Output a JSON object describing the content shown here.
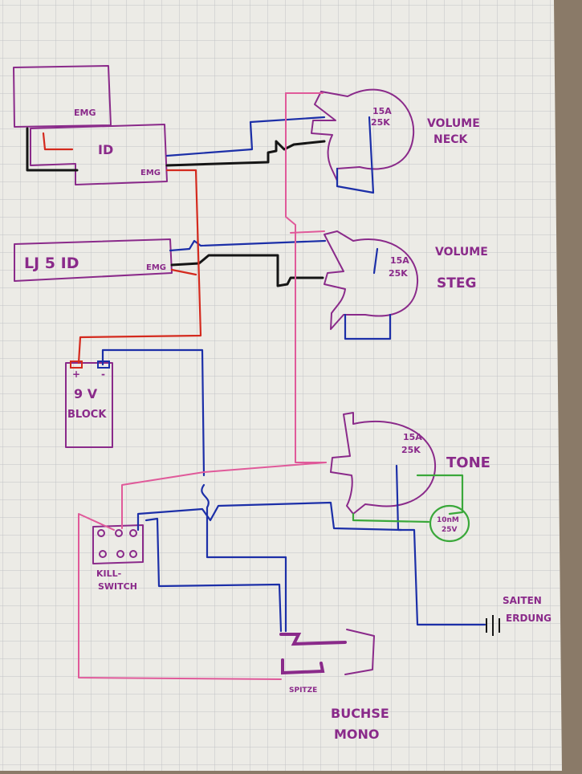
{
  "pickups": {
    "neck": {
      "label_top": "EMG",
      "label_model": "ID",
      "label_out": "EMG"
    },
    "bridge": {
      "label_model": "LJ 5 ID",
      "label_out": "EMG"
    }
  },
  "pots": {
    "volume_neck": {
      "value_line1": "15A",
      "value_line2": "25K",
      "name_line1": "VOLUME",
      "name_line2": "NECK"
    },
    "volume_steg": {
      "value_line1": "15A",
      "value_line2": "25K",
      "name_line1": "VOLUME",
      "name_line2": "STEG"
    },
    "tone": {
      "value_line1": "15A",
      "value_line2": "25K",
      "name_line1": "TONE"
    }
  },
  "capacitor": {
    "line1": "10nM",
    "line2": "25V"
  },
  "battery": {
    "plus": "+",
    "minus": "-",
    "line1": "9 V",
    "line2": "BLOCK"
  },
  "killswitch": {
    "line1": "KILL-",
    "line2": "SWITCH"
  },
  "jack": {
    "tip_label": "SPITZE",
    "name_line1": "BUCHSE",
    "name_line2": "MONO"
  },
  "ground": {
    "line1": "SAITEN",
    "line2": "ERDUNG"
  },
  "colors": {
    "purple": "#8a2a8a",
    "blue": "#1c2fa8",
    "pink": "#e05a9a",
    "red": "#d42a1e",
    "black": "#151515",
    "green": "#3aa83a",
    "paper": "#ecebe6",
    "grid": "#c2c3c6"
  }
}
